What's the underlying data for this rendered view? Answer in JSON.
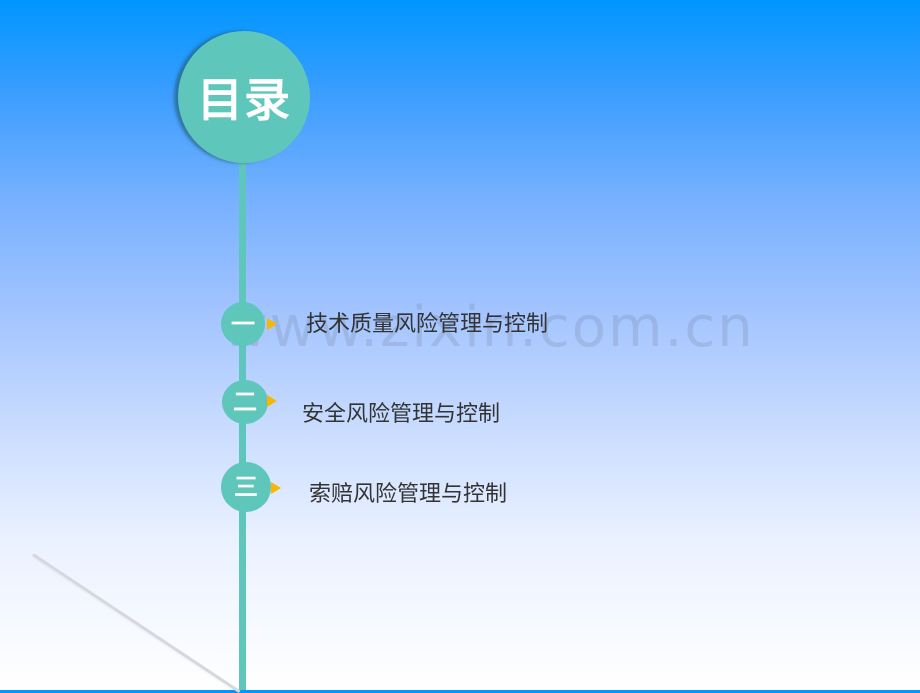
{
  "slide": {
    "title": "目录",
    "watermark": "www.zixin.com.cn",
    "colors": {
      "accent_teal": "#5fc6bc",
      "arrow_yellow": "#f7b600",
      "text": "#333333",
      "bg_top": "#0096ff",
      "bg_bottom": "#ffffff"
    },
    "items": [
      {
        "number": "一",
        "label": "技术质量风险管理与控制"
      },
      {
        "number": "二",
        "label": "安全风险管理与控制"
      },
      {
        "number": "三",
        "label": "索赔风险管理与控制"
      }
    ]
  }
}
